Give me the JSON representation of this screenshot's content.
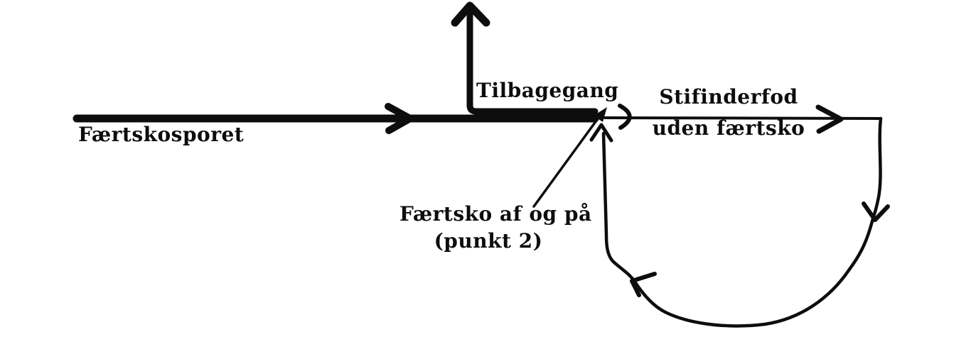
{
  "diagram": {
    "title": "Tracking layout diagram",
    "colors": {
      "ink": "#0d0d0d",
      "background": "#ffffff"
    },
    "labels": {
      "scent_track": "Færtskosporet",
      "return_path": "Tilbagegang",
      "pathfinder_line1": "Stifinderfod",
      "pathfinder_line2": "uden færtsko",
      "shoe_point_line1": "Færtsko af og på",
      "shoe_point_line2": "(punkt 2)"
    },
    "elements": [
      "thick scent-track line with right arrow",
      "return line branching upward with up arrow",
      "thin loop path without scent shoe, clockwise arrows",
      "annotation arrow to shoe change point 2"
    ]
  }
}
